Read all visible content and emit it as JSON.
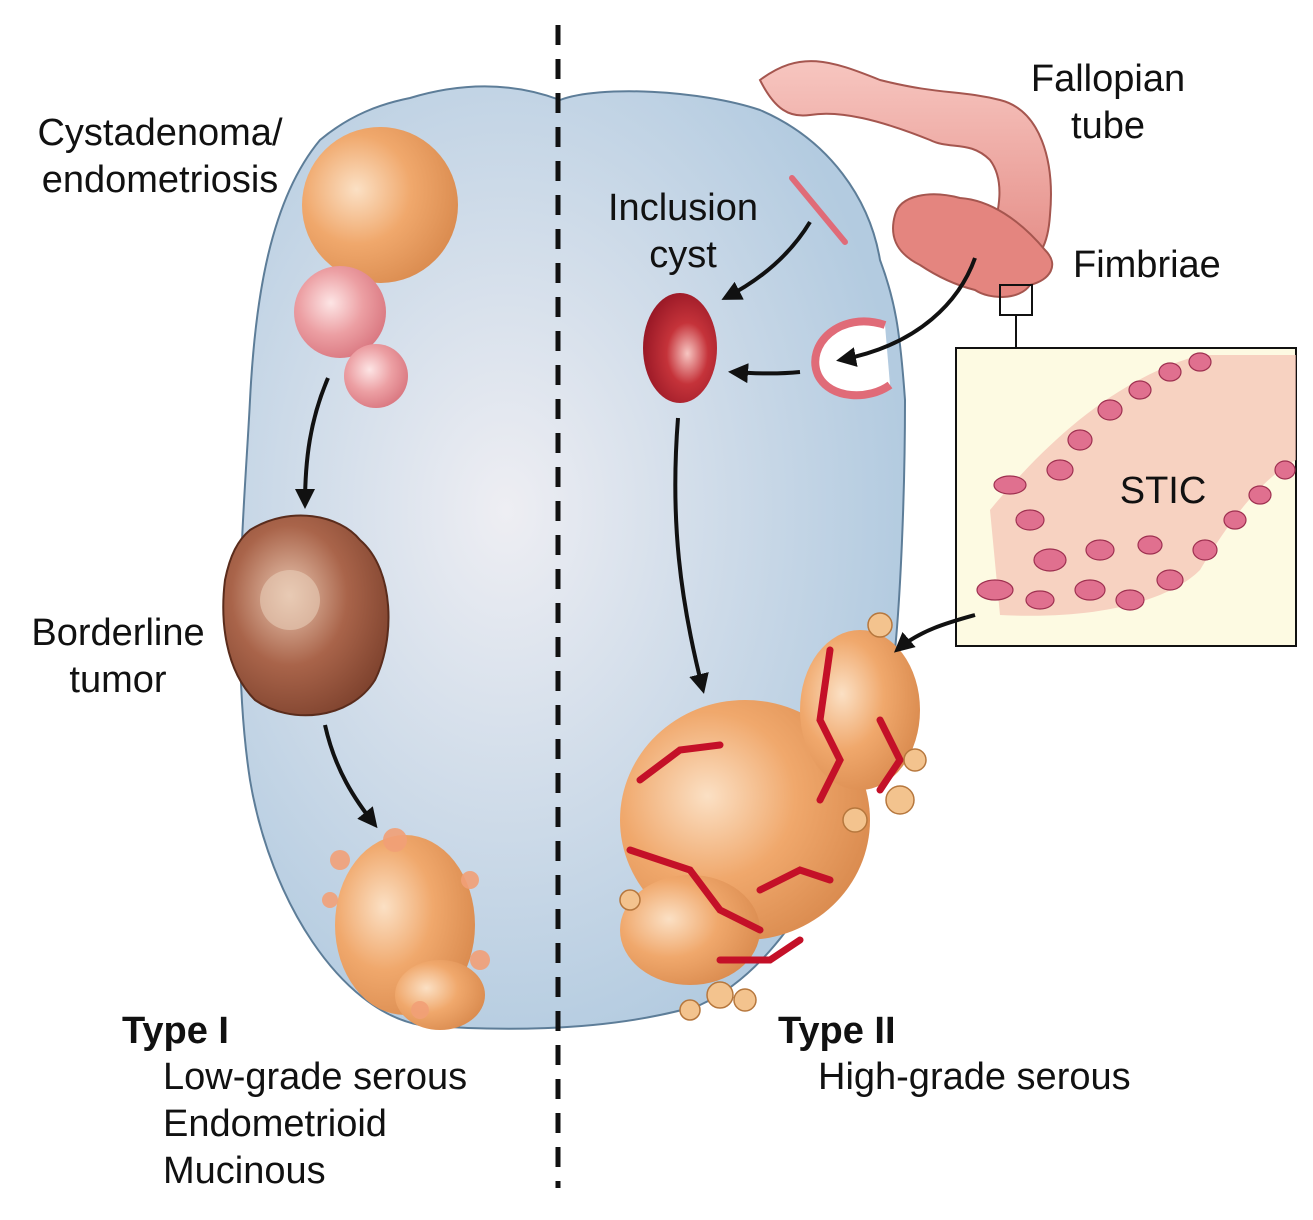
{
  "labels": {
    "cystadenoma": [
      "Cystadenoma/",
      "endometriosis"
    ],
    "borderline": [
      "Borderline",
      "tumor"
    ],
    "inclusion_cyst": [
      "Inclusion",
      "cyst"
    ],
    "fallopian_tube": [
      "Fallopian",
      "tube"
    ],
    "fimbriae": "Fimbriae",
    "stic": "STIC",
    "type1": {
      "title": "Type I",
      "items": [
        "Low-grade serous",
        "Endometrioid",
        "Mucinous"
      ]
    },
    "type2": {
      "title": "Type II",
      "items": [
        "High-grade serous"
      ]
    }
  },
  "colors": {
    "ovary": "#bcd1e3",
    "ovary_outline": "#5d7d98",
    "cyst_orange": "#eea46a",
    "cyst_pink": "#e8959a",
    "inclusion_red": "#b8202c",
    "tube_pink": "#eb9a94",
    "stic_box": "#fdfae2",
    "cells": "#e0708f"
  }
}
